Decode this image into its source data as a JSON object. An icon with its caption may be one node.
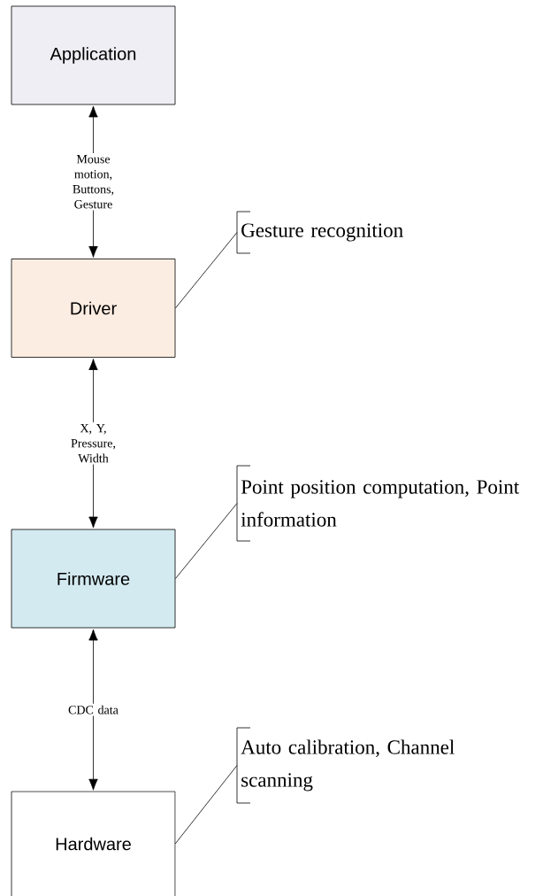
{
  "diagram": {
    "nodes": [
      {
        "text": [
          "Application"
        ]
      },
      {
        "text": [
          "Driver"
        ]
      },
      {
        "text": [
          "Firmware"
        ]
      },
      {
        "text": [
          "Hardware"
        ]
      },
      {
        "text": [
          "Gesture recognition"
        ]
      },
      {
        "text": [
          "Point position computation, Point information"
        ]
      },
      {
        "text": [
          "Auto calibration, Channel scanning"
        ]
      }
    ],
    "edges": [
      {
        "from": 0,
        "to": 1,
        "arrow": "both",
        "label": "Mouse motion, Buttons, Gesture"
      },
      {
        "from": 1,
        "to": 2,
        "arrow": "both",
        "label": "X, Y, Pressure, Width"
      },
      {
        "from": 2,
        "to": 3,
        "arrow": "both",
        "label": "CDC data"
      },
      {
        "from": 1,
        "to": 4,
        "arrow": "none"
      },
      {
        "from": 2,
        "to": 5,
        "arrow": "none"
      },
      {
        "from": 3,
        "to": 6,
        "arrow": "none"
      }
    ]
  }
}
